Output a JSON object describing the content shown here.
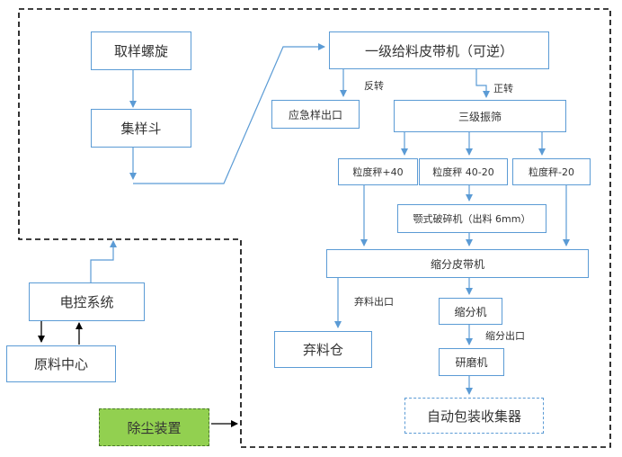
{
  "nodes": {
    "screw_sampler": "取样螺旋",
    "collect_hopper": "集样斗",
    "belt_reversible": "一级给料皮带机（可逆）",
    "emergency_outlet": "应急样出口",
    "three_level_screen": "三级振筛",
    "size_plus40": "粒度秤+40",
    "size_40_20": "粒度秤 40-20",
    "size_minus20": "粒度秤-20",
    "jaw_crusher": "颚式破碎机（出料 6mm）",
    "divide_belt": "缩分皮带机",
    "reject_bin": "弃料仓",
    "divider": "缩分机",
    "grinder": "研磨机",
    "auto_pack": "自动包装收集器",
    "electric_control": "电控系统",
    "material_center": "原料中心",
    "dust_removal": "除尘装置"
  },
  "edge_labels": {
    "reverse": "反转",
    "forward": "正转",
    "reject_outlet": "弃料出口",
    "divide_outlet": "缩分出口"
  }
}
